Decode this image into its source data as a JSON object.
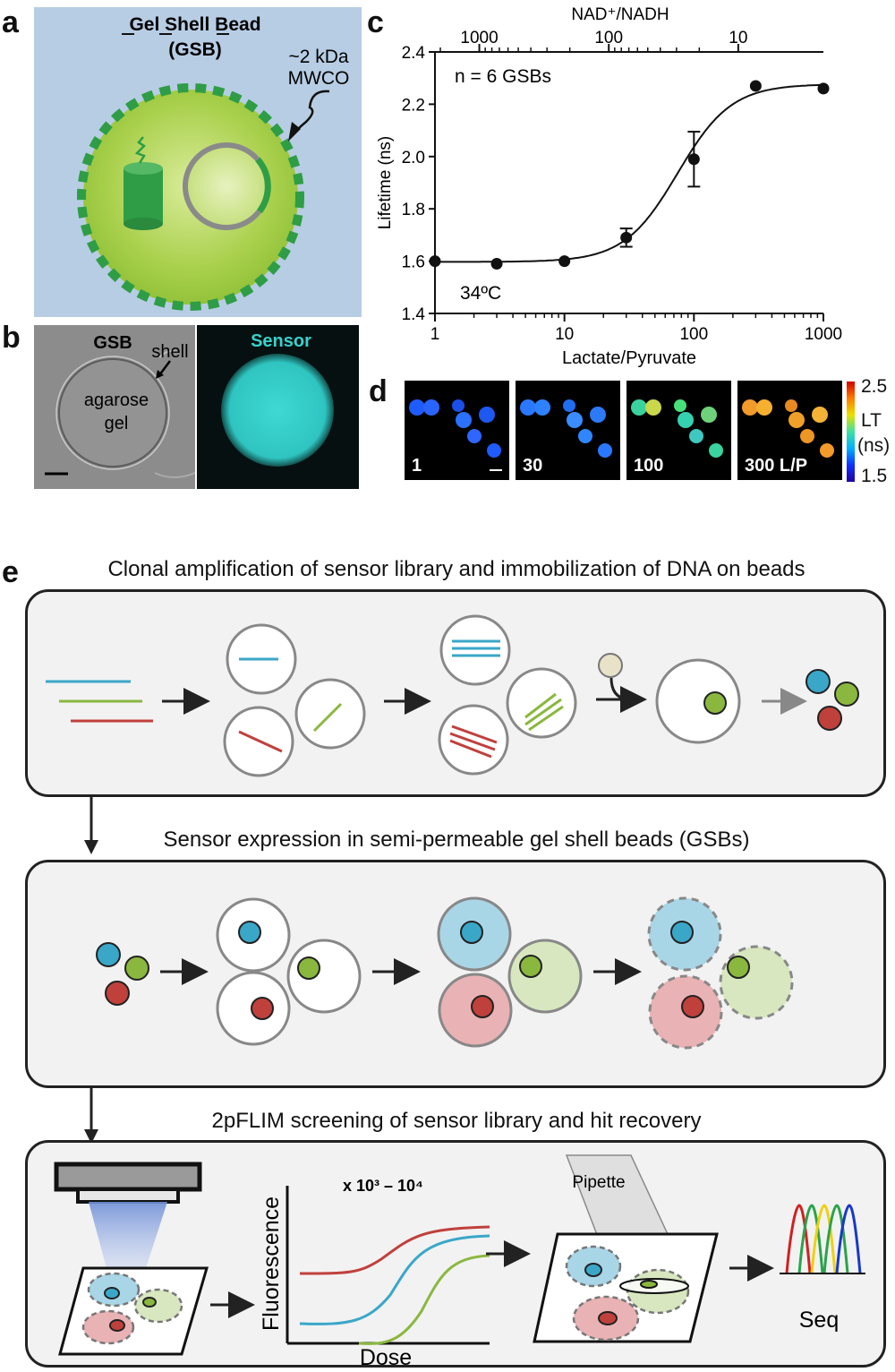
{
  "panels": {
    "a": {
      "label": "a",
      "title_line1": "Gel Shell Bead",
      "title_line2": "(GSB)",
      "mwco_line1": "~2 kDa",
      "mwco_line2": "MWCO"
    },
    "b": {
      "label": "b",
      "gsb": "GSB",
      "shell": "shell",
      "gel_line1": "agarose",
      "gel_line2": "gel",
      "sensor": "Sensor"
    },
    "c": {
      "label": "c"
    },
    "d": {
      "label": "d",
      "images": [
        "1",
        "30",
        "100",
        "300 L/P"
      ],
      "colorbar_max": "2.5",
      "colorbar_min": "1.5",
      "colorbar_title_line1": "LT",
      "colorbar_title_line2": "(ns)"
    },
    "e": {
      "label": "e",
      "stage1_title": "Clonal amplification of sensor library and immobilization of DNA on beads",
      "stage2_title": "Sensor expression in semi-permeable gel shell beads (GSBs)",
      "stage3_title": "2pFLIM screening of sensor library and hit recovery",
      "throughput": "x 10³ – 10⁴",
      "fluor_axis": "Fluorescence",
      "dose_axis": "Dose",
      "pipette": "Pipette",
      "seq": "Seq"
    }
  },
  "chart_data": {
    "type": "scatter",
    "xlabel": "Lactate/Pyruvate",
    "ylabel": "Lifetime (ns)",
    "x2label": "NAD⁺/NADH",
    "xscale": "log",
    "xlim": [
      1,
      1000
    ],
    "ylim": [
      1.4,
      2.4
    ],
    "xticks": [
      "1",
      "10",
      "100",
      "1000"
    ],
    "yticks": [
      "1.4",
      "1.6",
      "1.8",
      "2.0",
      "2.2",
      "2.4"
    ],
    "x2ticks": [
      "1000",
      "100",
      "10"
    ],
    "annotation_n": "n = 6 GSBs",
    "annotation_temp": "34ºC",
    "points": [
      {
        "x": 1,
        "y": 1.6,
        "err": 0
      },
      {
        "x": 3,
        "y": 1.59,
        "err": 0
      },
      {
        "x": 10,
        "y": 1.6,
        "err": 0
      },
      {
        "x": 30,
        "y": 1.69,
        "err": 0.035
      },
      {
        "x": 100,
        "y": 1.99,
        "err": 0.105
      },
      {
        "x": 300,
        "y": 2.27,
        "err": 0
      },
      {
        "x": 1000,
        "y": 2.26,
        "err": 0
      }
    ],
    "fit": {
      "bottom": 1.597,
      "top": 2.277,
      "ec50": 75,
      "hill": 2.1
    }
  },
  "colors": {
    "blue": "#3aa7c9",
    "green": "#8ab83f",
    "red": "#c0403c",
    "blue_light": "#a9d6e6",
    "green_light": "#d8e7bf",
    "red_light": "#e9b2b4",
    "panel_a_bg": "#b7cde4",
    "bead_green": "#a7cf4a",
    "shell_green": "#2e9d46"
  }
}
